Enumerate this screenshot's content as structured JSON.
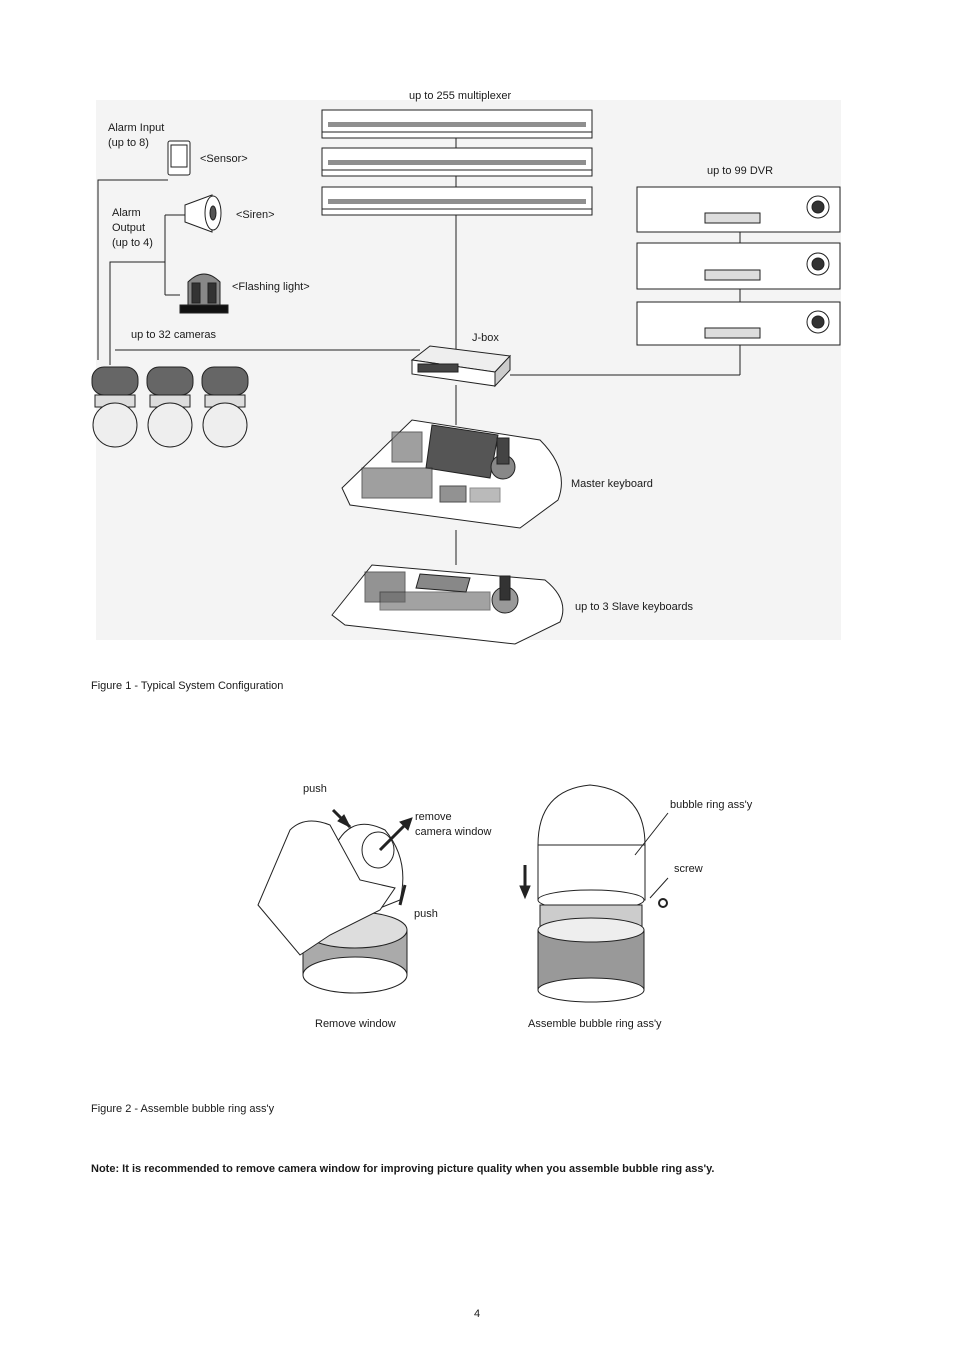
{
  "figure1": {
    "labels": {
      "multiplexer": "up to 255 multiplexer",
      "alarm_input": "Alarm Input\n(up to 8)",
      "sensor": "<Sensor>",
      "siren": "<Siren>",
      "alarm_output": "Alarm\nOutput\n(up to 4)",
      "flashing_light": "<Flashing light>",
      "dvr": "up to 99 DVR",
      "cameras": "up to 32 cameras",
      "jbox": "J-box",
      "master_keyboard": "Master keyboard",
      "slave_keyboards": "up to 3 Slave keyboards"
    },
    "caption": "Figure 1 - Typical System Configuration"
  },
  "figure2": {
    "labels": {
      "push_top": "push",
      "remove_window_callout": "remove\ncamera window",
      "push_side": "push",
      "bubble_ring": "bubble ring ass'y",
      "screw": "screw",
      "remove_window": "Remove window",
      "assemble": "Assemble bubble ring ass'y"
    },
    "caption": "Figure 2 - Assemble bubble ring ass'y"
  },
  "note": "Note: It is recommended to remove camera window for improving picture quality when you assemble bubble ring ass'y.",
  "page_number": "4"
}
